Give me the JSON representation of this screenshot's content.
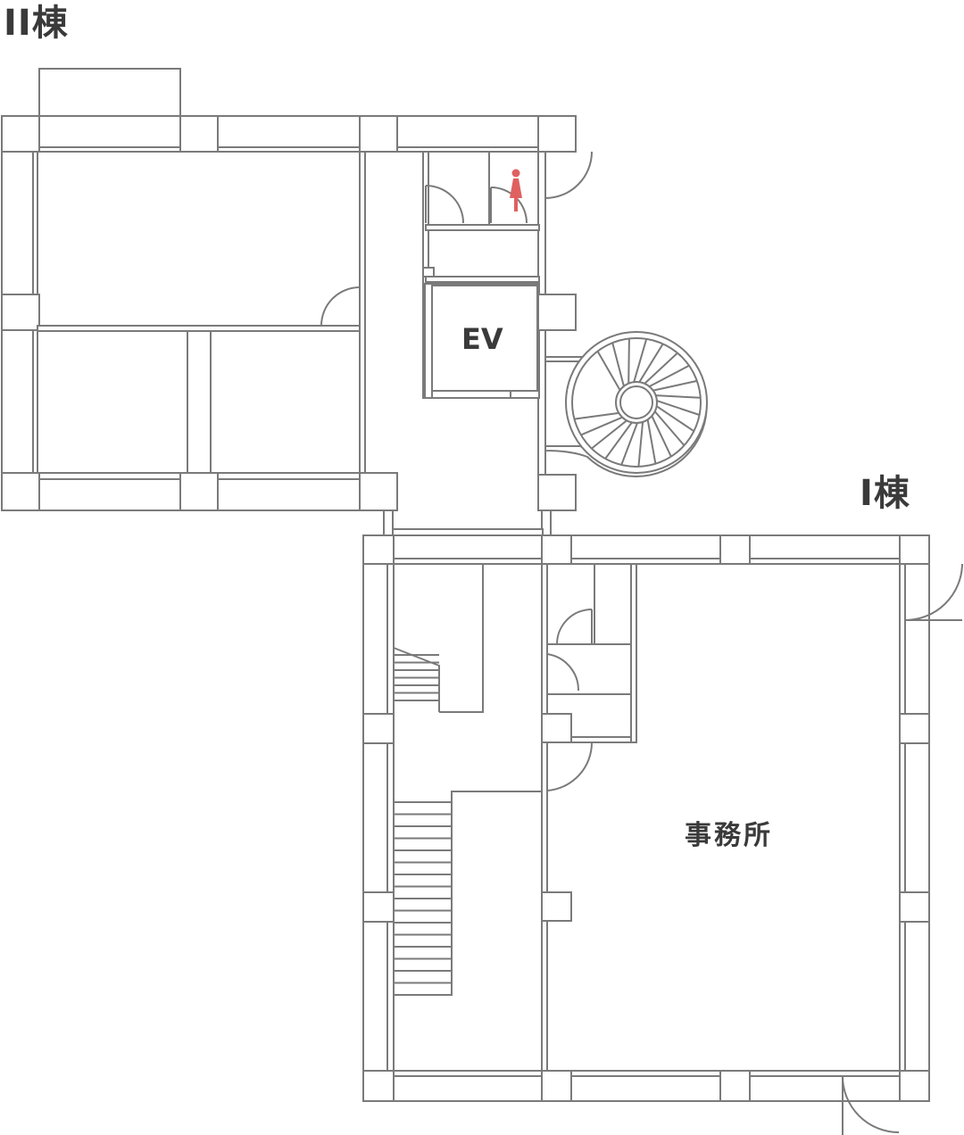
{
  "labels": {
    "building_2": "II棟",
    "building_1": "I棟",
    "elevator": "EV",
    "office": "事務所"
  },
  "icons": {
    "restroom": "female-restroom-icon"
  },
  "colors": {
    "line": "#7a7a7a",
    "text": "#3a3a3a",
    "restroom_icon": "#e06060",
    "background": "#ffffff"
  }
}
